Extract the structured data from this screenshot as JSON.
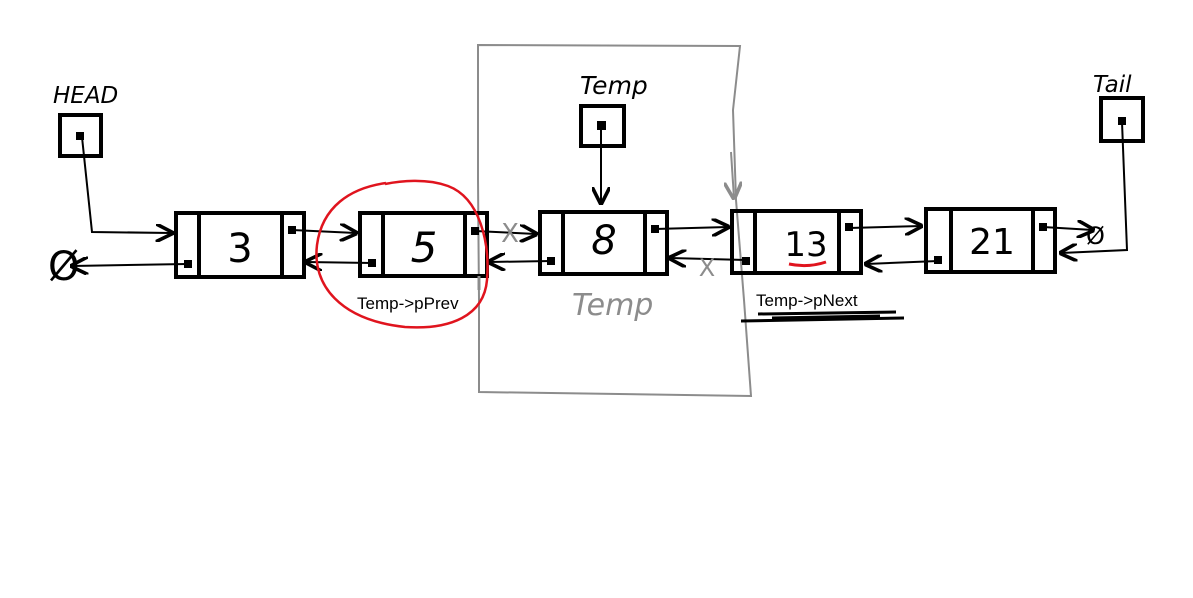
{
  "head_label": "HEAD",
  "temp_label": "Temp",
  "tail_label": "Tail",
  "null_symbol": "Ø",
  "node_values": [
    "3",
    "5",
    "8",
    "13",
    "21"
  ],
  "temp_node_caption": "Temp",
  "prev_caption": "Temp->pPrev",
  "next_caption": "Temp->pNext",
  "cut_marks": [
    "X",
    "X"
  ],
  "colors": {
    "ink": "#000000",
    "highlight_red": "#e0141e",
    "gray": "#8c8c8c"
  }
}
